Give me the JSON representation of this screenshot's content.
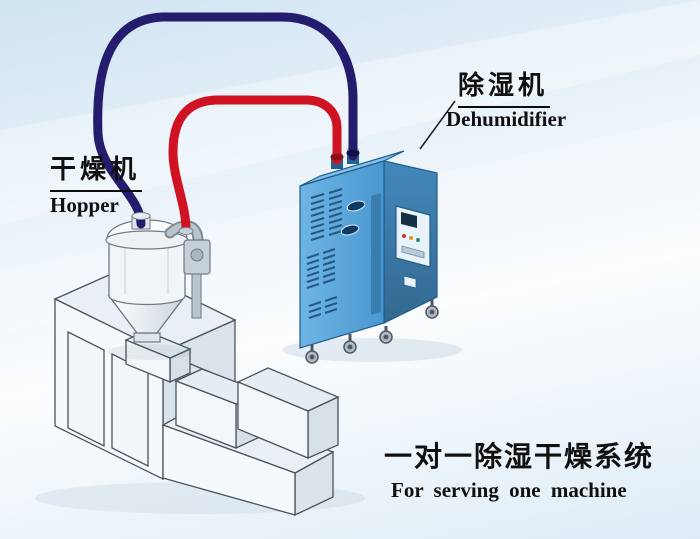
{
  "labels": {
    "hopper_zh": "干燥机",
    "hopper_en": "Hopper",
    "dehumidifier_zh": "除湿机",
    "dehumidifier_en": "Dehumidifier"
  },
  "caption": {
    "title_zh": "一对一除湿干燥系统",
    "title_en": "For serving one machine"
  },
  "colors": {
    "pipe_supply": "#cf1322",
    "pipe_return": "#241d6e",
    "dehumidifier_front": "#57a9dd",
    "dehumidifier_side": "#3b80b5",
    "dehumidifier_top": "#82bfe9",
    "machine_fill": "#f6f9fb",
    "machine_outline": "#4a545e",
    "label_color": "#101010",
    "background_top": "#cfe3f2",
    "background_bottom": "#dfecf6"
  }
}
